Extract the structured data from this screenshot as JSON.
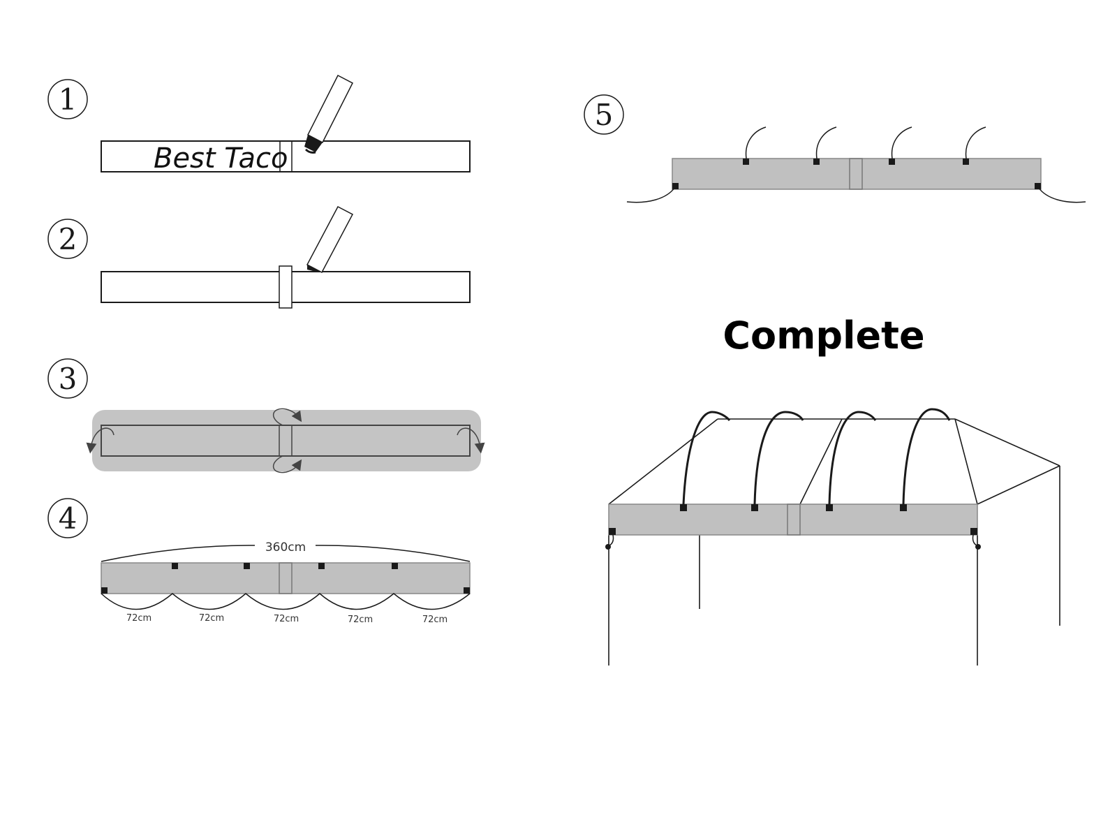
{
  "steps": [
    {
      "number": "1",
      "banner_text": "Best Taco"
    },
    {
      "number": "2"
    },
    {
      "number": "3"
    },
    {
      "number": "4",
      "total_length": "360cm",
      "segments": [
        "72cm",
        "72cm",
        "72cm",
        "72cm",
        "72cm"
      ]
    },
    {
      "number": "5"
    }
  ],
  "complete": {
    "title": "Complete"
  },
  "colors": {
    "banner_fill": "#c0c0c0",
    "line": "#1a1a1a",
    "shadow_pad": "#c4c4c4"
  },
  "icons": [
    "marker-pen-icon",
    "pen-icon",
    "fold-arrow-icon",
    "grommet-icon",
    "bungee-cord-icon",
    "canopy-tent-icon"
  ]
}
